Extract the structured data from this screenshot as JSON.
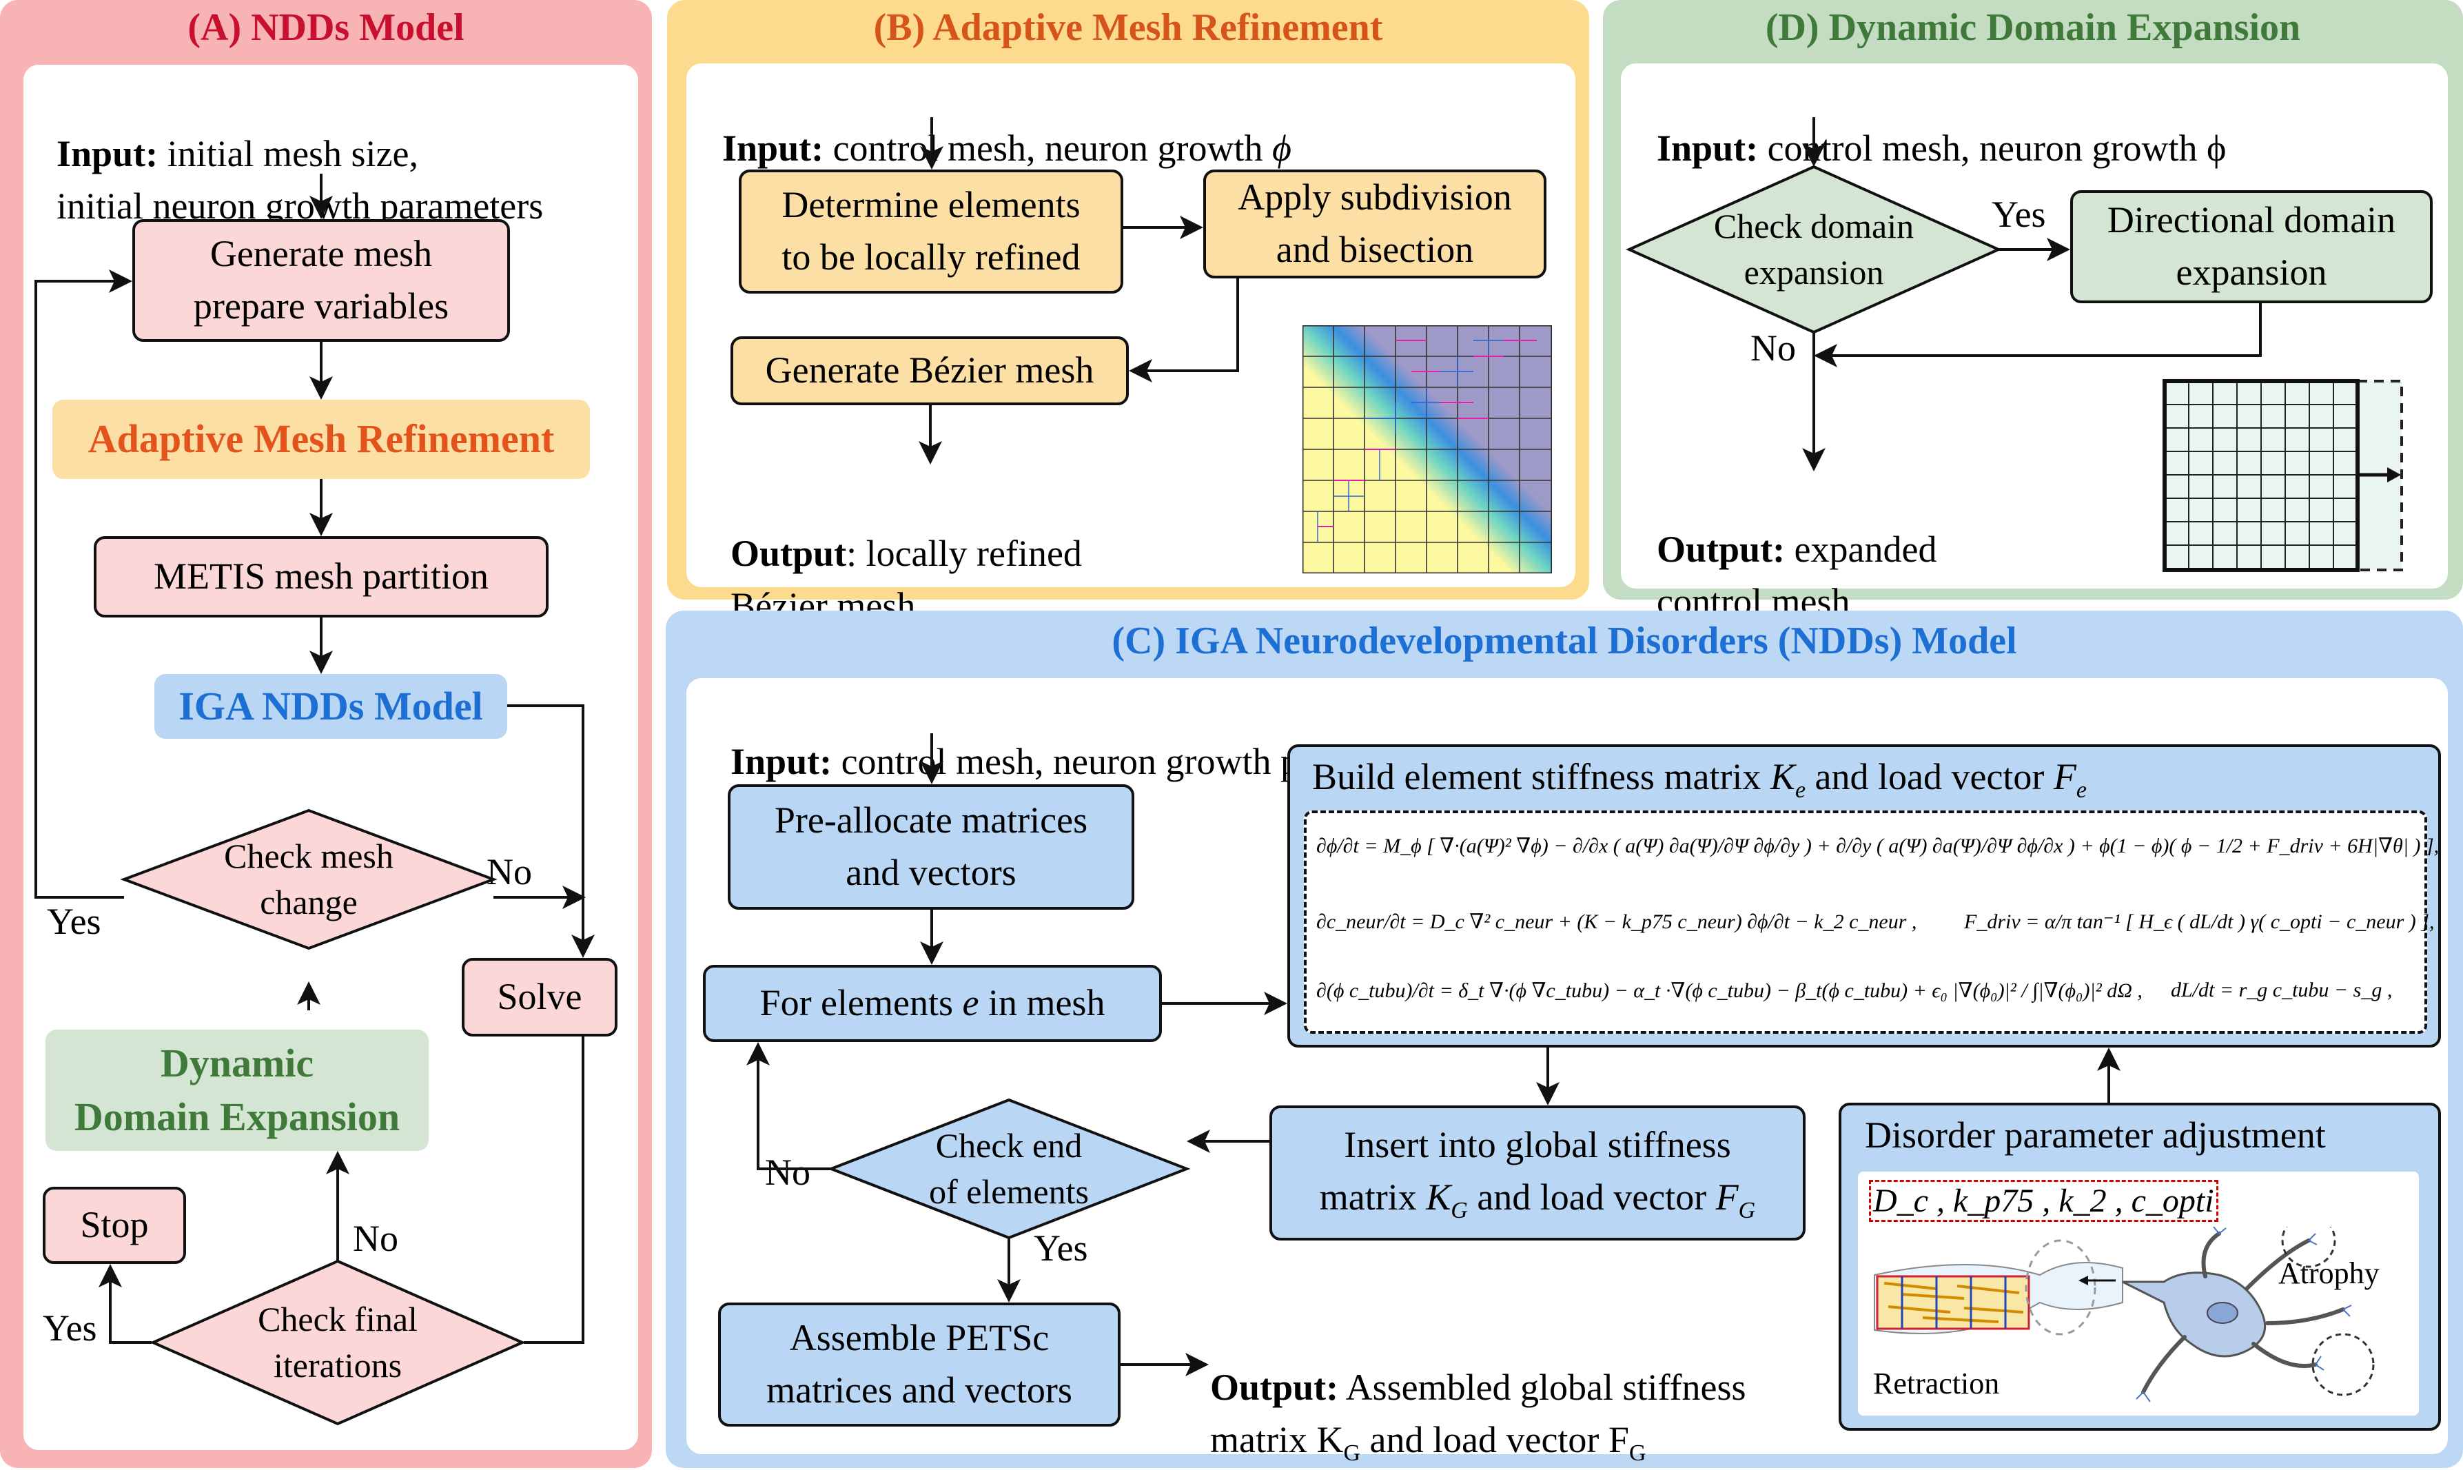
{
  "panels": {
    "a": {
      "title": "(A) NDDs Model",
      "input_label": "Input:",
      "input_text": " initial mesh size,\ninitial neuron growth parameters",
      "generate": "Generate mesh\nprepare variables",
      "amr": "Adaptive Mesh Refinement",
      "metis": "METIS mesh partition",
      "iga": "IGA NDDs Model",
      "check_mesh": "Check mesh\nchange",
      "yes": "Yes",
      "no": "No",
      "solve": "Solve",
      "dde": "Dynamic\nDomain Expansion",
      "stop": "Stop",
      "check_final": "Check final\niterations",
      "yes2": "Yes",
      "no2": "No"
    },
    "b": {
      "title": "(B) Adaptive Mesh Refinement",
      "input_label": "Input:",
      "input_text": " control mesh, neuron growth ",
      "phi": "ϕ",
      "determine": "Determine elements\nto be locally refined",
      "apply": "Apply subdivision\nand bisection",
      "bezier": "Generate Bézier mesh",
      "output_label": "Output",
      "output_text": ": locally refined\nBézier mesh"
    },
    "d": {
      "title": "(D) Dynamic Domain Expansion",
      "input_label": "Input:",
      "input_text": " control mesh, neuron growth ϕ",
      "check": "Check domain\nexpansion",
      "yes": "Yes",
      "no": "No",
      "directional": "Directional domain\nexpansion",
      "output_label": "Output:",
      "output_text": " expanded\ncontrol mesh"
    },
    "c": {
      "title": "(C) IGA Neurodevelopmental Disorders (NDDs) Model",
      "input_label": "Input:",
      "input_text": " control mesh, neuron growth parameters, and initialized variables",
      "preallocate": "Pre-allocate matrices\nand vectors",
      "for_elements_pre": "For elements ",
      "for_elements_e": "e",
      "for_elements_post": " in mesh",
      "check_end": "Check end\nof elements",
      "no": "No",
      "yes": "Yes",
      "assemble": "Assemble PETSc\nmatrices and vectors",
      "output_label": "Output:",
      "output_line1": " Assembled global stiffness",
      "output_line2": "matrix K",
      "output_line2_sub": "G",
      "output_line2_post": " and load vector F",
      "output_line2_sub2": "G",
      "build_pre": "Build element stiffness matrix ",
      "build_K": "K",
      "build_Ksub": "e",
      "build_mid": " and load vector ",
      "build_F": "F",
      "build_Fsub": "e",
      "insert_line1": "Insert into global stiffness",
      "insert_line2_pre": "matrix ",
      "insert_K": "K",
      "insert_Ksub": "G",
      "insert_mid": " and load vector ",
      "insert_F": "F",
      "insert_Fsub": "G",
      "disorder_title": "Disorder parameter adjustment",
      "disorder_params": "D_c , k_p75 , k_2 , c_opti",
      "atrophy": "Atrophy",
      "retraction": "Retraction",
      "eq1": "∂ϕ/∂t = M_ϕ [ ∇·(a(Ψ)² ∇ϕ) − ∂/∂x ( a(Ψ) ∂a(Ψ)/∂Ψ ∂ϕ/∂y ) + ∂/∂y ( a(Ψ) ∂a(Ψ)/∂Ψ ∂ϕ/∂x ) + ϕ(1 − ϕ)( ϕ − 1/2 + F_driv + 6H|∇θ| ) ],",
      "eq2a": "∂c_neur/∂t = D_c ∇² c_neur + (K − k_p75 c_neur) ∂ϕ/∂t − k_2 c_neur ,",
      "eq2b": "F_driv = α/π tan⁻¹ [ H_ϵ ( dL/dt ) γ( c_opti − c_neur ) ],",
      "eq3a": "∂(ϕ c_tubu)/∂t = δ_t ∇·(ϕ ∇c_tubu) − α_t ·∇(ϕ c_tubu) − β_t(ϕ c_tubu) + ϵ₀ |∇(ϕ₀)|² / ∫|∇(ϕ₀)|² dΩ ,",
      "eq3b": "dL/dt = r_g c_tubu − s_g ,"
    }
  },
  "colors": {
    "panel_a": "#f8b3b4",
    "panel_b": "#fcdb8f",
    "panel_c": "#bcd8f5",
    "panel_d": "#c3dcc2",
    "title_a": "#c8102e",
    "title_b": "#d5541a",
    "title_c": "#1d6fd4",
    "title_d": "#3f7a3b"
  }
}
